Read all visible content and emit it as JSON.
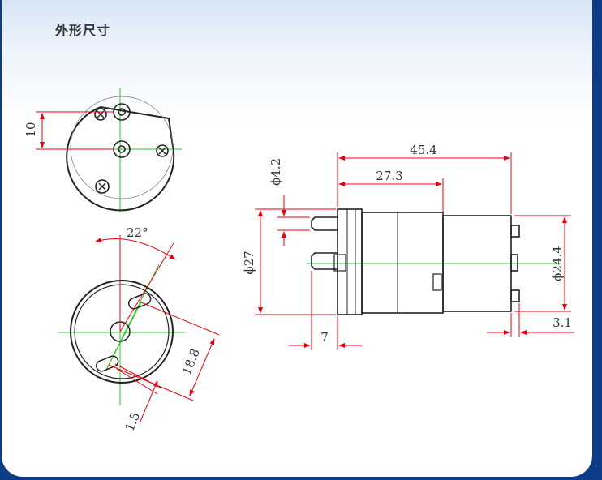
{
  "header": {
    "title": "外形尺寸"
  },
  "dimensions": {
    "top_view_offset": "10",
    "angle": "22°",
    "port_spacing": "18.8",
    "slot_width": "1.5",
    "total_length": "45.4",
    "body_length": "27.3",
    "port_diameter": "ϕ4.2",
    "head_diameter": "ϕ27",
    "motor_diameter": "ϕ24.4",
    "port_length": "7",
    "terminal_length": "3.1"
  },
  "colors": {
    "frame": "#0f3c86",
    "dimension_line": "#e8000d",
    "center_line": "#22cc22",
    "outline": "#222222"
  }
}
